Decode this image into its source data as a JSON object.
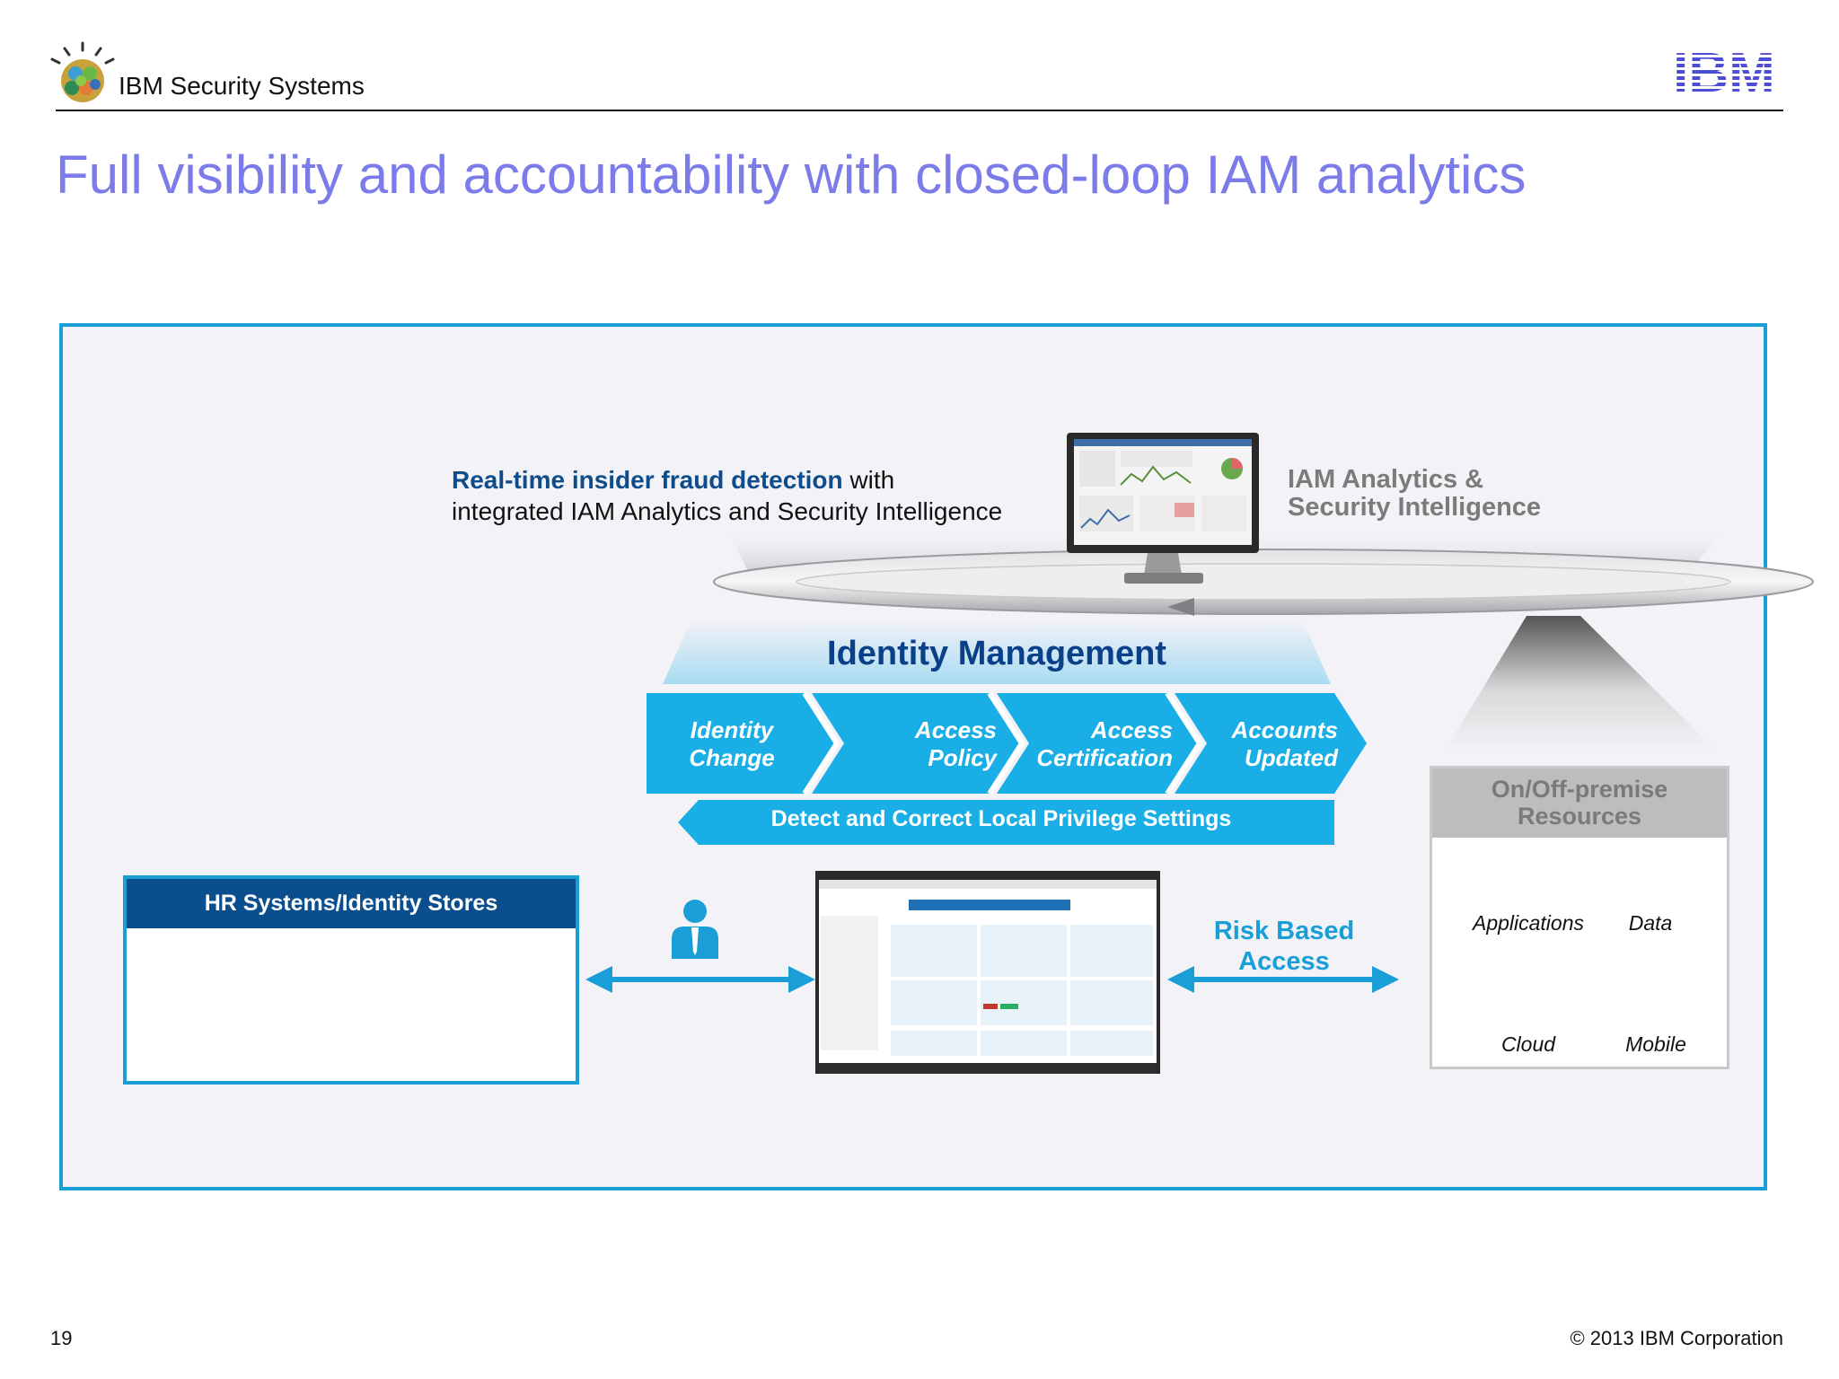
{
  "header": {
    "brand": "IBM Security Systems",
    "logo_text": "IBM"
  },
  "title": "Full visibility and accountability with closed-loop IAM analytics",
  "fraud": {
    "highlight": "Real-time insider fraud detection",
    "rest1": " with",
    "line2": "integrated IAM Analytics and Security Intelligence"
  },
  "analytics": {
    "line1": "IAM Analytics &",
    "line2": "Security Intelligence"
  },
  "identity_management": {
    "title": "Identity Management",
    "steps": [
      {
        "line1": "Identity",
        "line2": "Change"
      },
      {
        "line1": "Access",
        "line2": "Policy"
      },
      {
        "line1": "Access",
        "line2": "Certification"
      },
      {
        "line1": "Accounts",
        "line2": "Updated"
      }
    ],
    "detect": "Detect and Correct Local Privilege Settings"
  },
  "hr": {
    "title": "HR Systems/Identity Stores"
  },
  "risk": {
    "line1": "Risk Based",
    "line2": "Access"
  },
  "resources": {
    "title_line1": "On/Off-premise",
    "title_line2": "Resources",
    "items": [
      "Applications",
      "Data",
      "Cloud",
      "Mobile"
    ]
  },
  "footer": {
    "page": "19",
    "copyright": "© 2013 IBM Corporation"
  },
  "colors": {
    "accent_blue": "#1a9ed8",
    "dark_blue": "#0a4e8e",
    "title_purple": "#7b7bea",
    "gray": "#bdbdbd"
  }
}
